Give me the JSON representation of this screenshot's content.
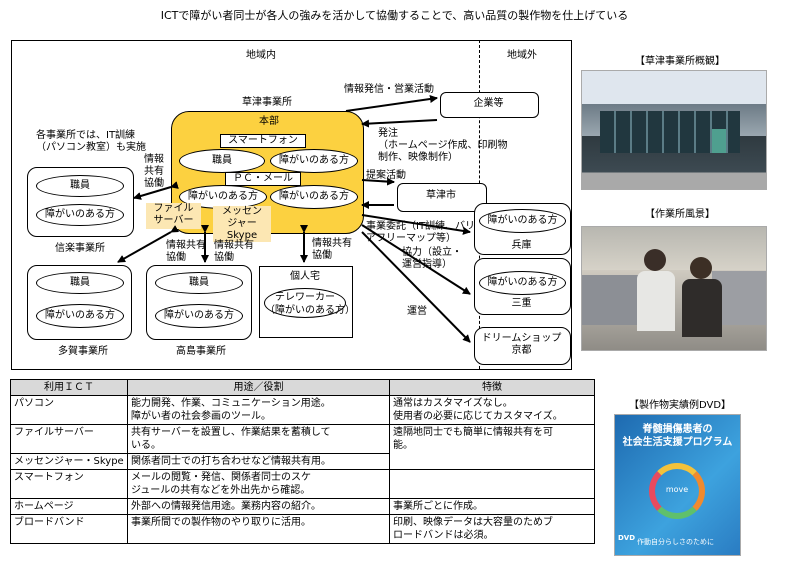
{
  "title": "ICTで障がい者同士が各人の強みを活かして協働することで、高い品質の製作物を仕上げている",
  "diagram": {
    "area_inside": "地域内",
    "area_outside": "地域外",
    "kusatsu_office": "草津事業所",
    "honbu": "本部",
    "smartphone": "スマートフォン",
    "pc_mail": "ＰＣ・メール",
    "staff": "職員",
    "disabled": "障がいのある方",
    "file_server": "ファイル\nサーバー",
    "messenger": "メッセン\nジャー\nSkype",
    "shiraku_office": "信楽事業所",
    "taga_office": "多賀事業所",
    "takashima_office": "高島事業所",
    "home_title": "個人宅",
    "home_sub": "テレワーカー\n（障がいのある方）",
    "company": "企業等",
    "kusatsu_city": "草津市",
    "hyogo": "兵庫",
    "mie": "三重",
    "dream_shop": "ドリームショップ\n京都",
    "each_office_note": "各事業所では、IT訓練\n（パソコン教室）も実施",
    "info_share": "情報\n共有\n協働",
    "info_share2": "情報共有\n協働",
    "info_send": "情報発信・営業活動",
    "order": "発注\n（ホームページ作成、印刷物\n制作、映像制作）",
    "proposal": "提案活動",
    "commission": "事業委託（IT訓練、バリ\nアフリーマップ等）",
    "cooperation": "協力（設立・\n運営指導）",
    "operation": "運営"
  },
  "table": {
    "headers": [
      "利用ＩＣＴ",
      "用途／役割",
      "特徴"
    ],
    "rows": [
      [
        "パソコン",
        "能力開発、作業、コミュニケーション用途。\n障がい者の社会参画のツール。",
        "通常はカスタマイズなし。\n使用者の必要に応じてカスタマイズ。"
      ],
      [
        "ファイルサーバー",
        "共有サーバーを設置し、作業結果を蓄積して\nいる。",
        "遠隔地同士でも簡単に情報共有を可\n能。"
      ],
      [
        "メッセンジャー・Skype",
        "関係者同士での打ち合わせなど情報共有用。",
        ""
      ],
      [
        "スマートフォン",
        "メールの閲覧・発信、関係者同士のスケ\nジュールの共有などを外出先から確認。",
        ""
      ],
      [
        "ホームページ",
        "外部への情報発信用途。業務内容の紹介。",
        "事業所ごとに作成。"
      ],
      [
        "ブロードバンド",
        "事業所間での製作物のやり取りに活用。",
        "印刷、映像データは大容量のためブ\nロードバンドは必須。"
      ]
    ]
  },
  "photos": {
    "overview_caption": "【草津事業所概観】",
    "workplace_caption": "【作業所風景】",
    "dvd_caption": "【製作物実績例DVD】",
    "dvd_title": "脊髄損傷患者の\n社会生活支援プログラム",
    "dvd_sub": "作動自分らしさのために",
    "dvd_badge": "DVD",
    "dvd_center": "move"
  }
}
